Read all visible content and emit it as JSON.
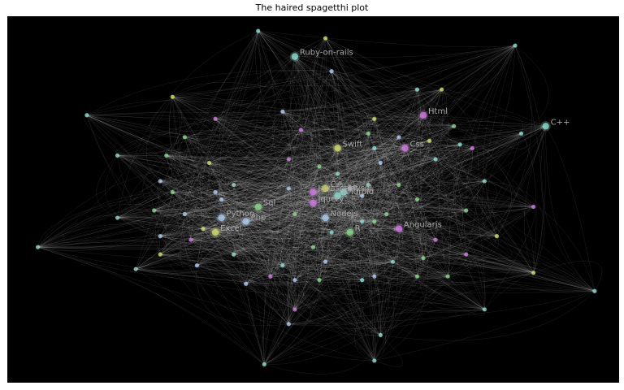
{
  "chart_data": {
    "type": "scatter",
    "title": "The haired spagetthi plot",
    "xlim": [
      0,
      1
    ],
    "ylim": [
      0,
      1
    ],
    "background": "#000000",
    "edge_color": "#ffffff",
    "group_colors": {
      "a": "#88d4c8",
      "b": "#c9d46a",
      "c": "#c878d8",
      "d": "#a7c4e8",
      "e": "#86d088"
    },
    "nodes": [
      {
        "x": 0.41,
        "y": 0.96,
        "g": "a"
      },
      {
        "x": 0.52,
        "y": 0.94,
        "g": "b"
      },
      {
        "x": 0.83,
        "y": 0.92,
        "g": "a"
      },
      {
        "x": 0.47,
        "y": 0.89,
        "g": "a",
        "label": "Ruby-on-rails"
      },
      {
        "x": 0.53,
        "y": 0.85,
        "g": "d"
      },
      {
        "x": 0.67,
        "y": 0.8,
        "g": "a"
      },
      {
        "x": 0.71,
        "y": 0.8,
        "g": "b"
      },
      {
        "x": 0.27,
        "y": 0.78,
        "g": "b"
      },
      {
        "x": 0.13,
        "y": 0.73,
        "g": "a"
      },
      {
        "x": 0.68,
        "y": 0.73,
        "g": "c",
        "label": "Html"
      },
      {
        "x": 0.45,
        "y": 0.74,
        "g": "d"
      },
      {
        "x": 0.34,
        "y": 0.72,
        "g": "c"
      },
      {
        "x": 0.6,
        "y": 0.72,
        "g": "b"
      },
      {
        "x": 0.88,
        "y": 0.7,
        "g": "a",
        "label": "C++"
      },
      {
        "x": 0.73,
        "y": 0.7,
        "g": "e"
      },
      {
        "x": 0.48,
        "y": 0.69,
        "g": "c"
      },
      {
        "x": 0.59,
        "y": 0.68,
        "g": "e"
      },
      {
        "x": 0.29,
        "y": 0.67,
        "g": "e"
      },
      {
        "x": 0.84,
        "y": 0.68,
        "g": "a"
      },
      {
        "x": 0.64,
        "y": 0.67,
        "g": "d"
      },
      {
        "x": 0.69,
        "y": 0.66,
        "g": "b"
      },
      {
        "x": 0.65,
        "y": 0.64,
        "g": "c",
        "label": "Css"
      },
      {
        "x": 0.54,
        "y": 0.64,
        "g": "b",
        "label": "Swift"
      },
      {
        "x": 0.6,
        "y": 0.64,
        "g": "a"
      },
      {
        "x": 0.74,
        "y": 0.65,
        "g": "a"
      },
      {
        "x": 0.76,
        "y": 0.64,
        "g": "c"
      },
      {
        "x": 0.18,
        "y": 0.62,
        "g": "a"
      },
      {
        "x": 0.26,
        "y": 0.62,
        "g": "e"
      },
      {
        "x": 0.46,
        "y": 0.61,
        "g": "c"
      },
      {
        "x": 0.7,
        "y": 0.61,
        "g": "a"
      },
      {
        "x": 0.33,
        "y": 0.6,
        "g": "b"
      },
      {
        "x": 0.61,
        "y": 0.6,
        "g": "d"
      },
      {
        "x": 0.51,
        "y": 0.59,
        "g": "e"
      },
      {
        "x": 0.54,
        "y": 0.57,
        "g": "a"
      },
      {
        "x": 0.25,
        "y": 0.55,
        "g": "d"
      },
      {
        "x": 0.37,
        "y": 0.54,
        "g": "a"
      },
      {
        "x": 0.46,
        "y": 0.53,
        "g": "d"
      },
      {
        "x": 0.64,
        "y": 0.54,
        "g": "e"
      },
      {
        "x": 0.78,
        "y": 0.55,
        "g": "a"
      },
      {
        "x": 0.52,
        "y": 0.53,
        "g": "b",
        "label": "C#"
      },
      {
        "x": 0.56,
        "y": 0.53,
        "g": "d"
      },
      {
        "x": 0.59,
        "y": 0.54,
        "g": "a"
      },
      {
        "x": 0.27,
        "y": 0.52,
        "g": "e"
      },
      {
        "x": 0.34,
        "y": 0.52,
        "g": "d"
      },
      {
        "x": 0.5,
        "y": 0.52,
        "g": "c",
        "label": "Javascript"
      },
      {
        "x": 0.55,
        "y": 0.52,
        "g": "a",
        "label": "Mysql"
      },
      {
        "x": 0.54,
        "y": 0.51,
        "g": "a",
        "label": "Android"
      },
      {
        "x": 0.58,
        "y": 0.51,
        "g": "d"
      },
      {
        "x": 0.35,
        "y": 0.5,
        "g": "d"
      },
      {
        "x": 0.5,
        "y": 0.49,
        "g": "c",
        "label": "Jquery"
      },
      {
        "x": 0.67,
        "y": 0.5,
        "g": "e"
      },
      {
        "x": 0.41,
        "y": 0.48,
        "g": "e",
        "label": "Sql"
      },
      {
        "x": 0.86,
        "y": 0.48,
        "g": "c"
      },
      {
        "x": 0.24,
        "y": 0.47,
        "g": "e"
      },
      {
        "x": 0.29,
        "y": 0.46,
        "g": "d"
      },
      {
        "x": 0.47,
        "y": 0.46,
        "g": "e"
      },
      {
        "x": 0.52,
        "y": 0.45,
        "g": "d",
        "label": "Nodejs"
      },
      {
        "x": 0.62,
        "y": 0.46,
        "g": "e"
      },
      {
        "x": 0.75,
        "y": 0.47,
        "g": "e"
      },
      {
        "x": 0.18,
        "y": 0.45,
        "g": "a"
      },
      {
        "x": 0.35,
        "y": 0.45,
        "g": "d",
        "label": "Python"
      },
      {
        "x": 0.39,
        "y": 0.44,
        "g": "d",
        "label": "Php"
      },
      {
        "x": 0.58,
        "y": 0.44,
        "g": "a"
      },
      {
        "x": 0.6,
        "y": 0.44,
        "g": "e"
      },
      {
        "x": 0.32,
        "y": 0.42,
        "g": "b"
      },
      {
        "x": 0.34,
        "y": 0.41,
        "g": "b",
        "label": "Excel"
      },
      {
        "x": 0.56,
        "y": 0.41,
        "g": "e",
        "label": "R"
      },
      {
        "x": 0.64,
        "y": 0.42,
        "g": "c",
        "label": "Angularjs"
      },
      {
        "x": 0.25,
        "y": 0.4,
        "g": "d"
      },
      {
        "x": 0.3,
        "y": 0.39,
        "g": "c"
      },
      {
        "x": 0.53,
        "y": 0.41,
        "g": "a"
      },
      {
        "x": 0.05,
        "y": 0.37,
        "g": "a"
      },
      {
        "x": 0.8,
        "y": 0.4,
        "g": "b"
      },
      {
        "x": 0.7,
        "y": 0.39,
        "g": "c"
      },
      {
        "x": 0.5,
        "y": 0.37,
        "g": "e"
      },
      {
        "x": 0.25,
        "y": 0.35,
        "g": "b"
      },
      {
        "x": 0.37,
        "y": 0.35,
        "g": "a"
      },
      {
        "x": 0.68,
        "y": 0.34,
        "g": "e"
      },
      {
        "x": 0.75,
        "y": 0.35,
        "g": "c"
      },
      {
        "x": 0.21,
        "y": 0.31,
        "g": "a"
      },
      {
        "x": 0.31,
        "y": 0.32,
        "g": "d"
      },
      {
        "x": 0.45,
        "y": 0.32,
        "g": "a"
      },
      {
        "x": 0.52,
        "y": 0.33,
        "g": "d"
      },
      {
        "x": 0.63,
        "y": 0.33,
        "g": "a"
      },
      {
        "x": 0.86,
        "y": 0.3,
        "g": "b"
      },
      {
        "x": 0.43,
        "y": 0.29,
        "g": "c"
      },
      {
        "x": 0.6,
        "y": 0.29,
        "g": "d"
      },
      {
        "x": 0.67,
        "y": 0.29,
        "g": "e"
      },
      {
        "x": 0.72,
        "y": 0.29,
        "g": "e"
      },
      {
        "x": 0.39,
        "y": 0.27,
        "g": "d"
      },
      {
        "x": 0.47,
        "y": 0.28,
        "g": "d"
      },
      {
        "x": 0.51,
        "y": 0.28,
        "g": "e"
      },
      {
        "x": 0.58,
        "y": 0.28,
        "g": "a"
      },
      {
        "x": 0.96,
        "y": 0.25,
        "g": "a"
      },
      {
        "x": 0.47,
        "y": 0.2,
        "g": "c"
      },
      {
        "x": 0.78,
        "y": 0.2,
        "g": "a"
      },
      {
        "x": 0.46,
        "y": 0.16,
        "g": "d"
      },
      {
        "x": 0.61,
        "y": 0.13,
        "g": "a"
      },
      {
        "x": 0.6,
        "y": 0.06,
        "g": "a"
      },
      {
        "x": 0.42,
        "y": 0.05,
        "g": "a"
      }
    ]
  }
}
